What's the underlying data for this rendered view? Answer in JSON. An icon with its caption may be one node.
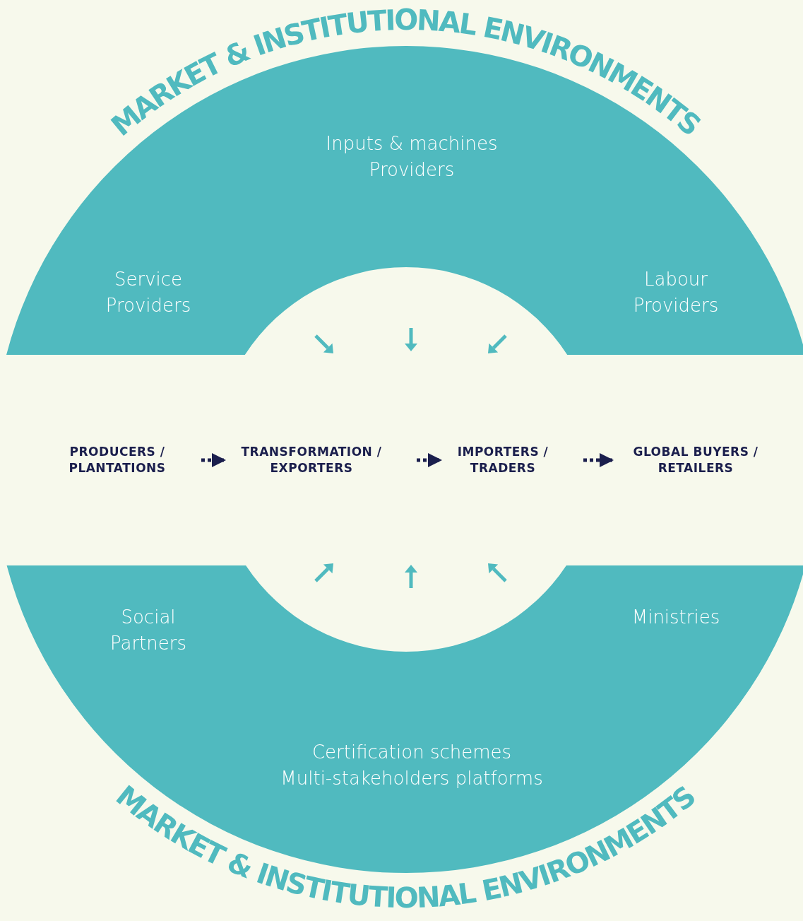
{
  "diagram": {
    "nodes": [
      {
        "text": [
          "Inputs & machines Providers",
          "Service Providers",
          "Labour Providers"
        ]
      },
      {
        "text": [
          "PRODUCERS / PLANTATIONS"
        ]
      },
      {
        "text": [
          "TRANSFORMATION / EXPORTERS"
        ]
      },
      {
        "text": [
          "IMPORTERS / TRADERS"
        ]
      },
      {
        "text": [
          "GLOBAL BUYERS / RETAILERS"
        ]
      },
      {
        "text": [
          "Social Partners",
          "Ministries",
          "Certification schemes Multi-stakeholders platforms"
        ]
      }
    ],
    "edges": [
      {
        "from": 1,
        "to": 2,
        "arrow": "to",
        "style": "dashed"
      },
      {
        "from": 2,
        "to": 3,
        "arrow": "to",
        "style": "dashed"
      },
      {
        "from": 3,
        "to": 4,
        "arrow": "to",
        "style": "dashed"
      }
    ],
    "labels": [
      "MARKET & INSTITUTIONAL ENVIRONMENTS",
      "MARKET & INSTITUTIONAL ENVIRONMENTS"
    ]
  }
}
